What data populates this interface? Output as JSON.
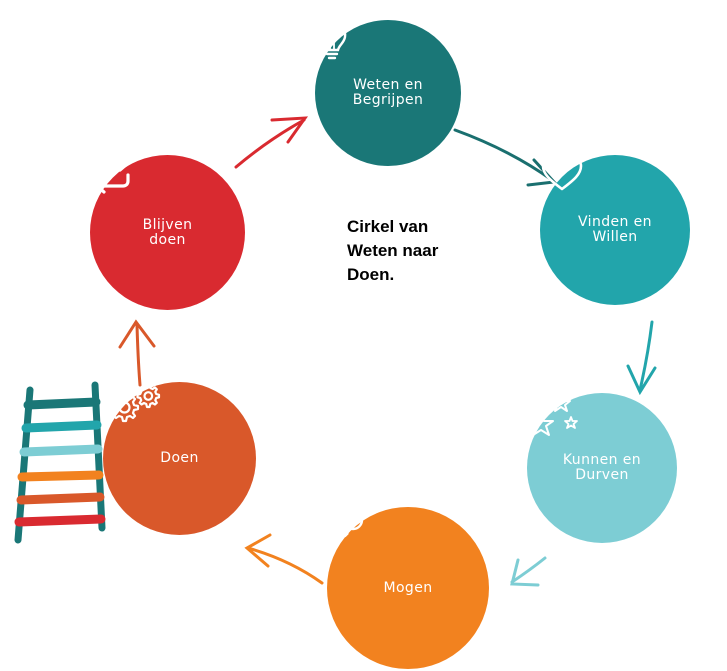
{
  "title_lines": [
    "Cirkel van",
    "Weten naar",
    "Doen."
  ],
  "stages": [
    {
      "label": "Weten en\nBegrijpen",
      "icon": "lightbulb-icon",
      "color": "#1a7777"
    },
    {
      "label": "Vinden en\nWillen",
      "icon": "heart-icon",
      "color": "#22a5ab"
    },
    {
      "label": "Kunnen en\nDurven",
      "icon": "stars-icon",
      "color": "#7dcdd4"
    },
    {
      "label": "Mogen",
      "icon": "key-icon",
      "color": "#f2821f"
    },
    {
      "label": "Doen",
      "icon": "gears-icon",
      "color": "#d9582a"
    },
    {
      "label": "Blijven\ndoen",
      "icon": "refresh-icon",
      "color": "#d92a30"
    }
  ],
  "ladder": {
    "icon": "ladder-icon",
    "rung_colors": [
      "#1a7777",
      "#22a5ab",
      "#7dcdd4",
      "#f2821f",
      "#d9582a",
      "#d92a30"
    ]
  },
  "arrow_colors": [
    "#1a6f6f",
    "#22a5ab",
    "#7dcdd4",
    "#f2821f",
    "#d9582a",
    "#d92a30"
  ]
}
